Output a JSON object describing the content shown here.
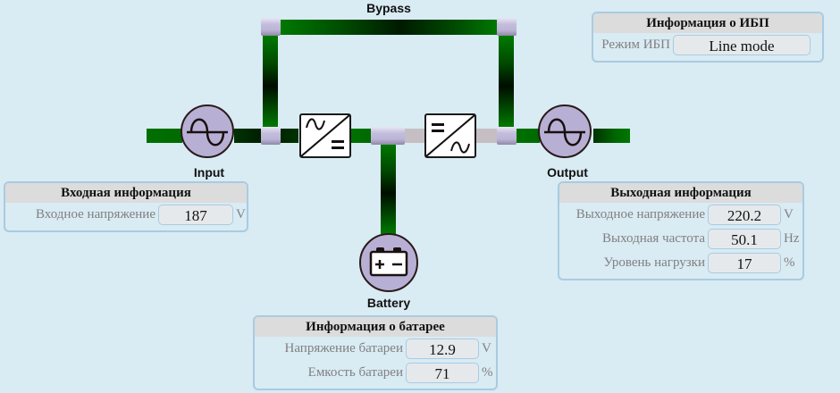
{
  "diagram": {
    "labels": {
      "bypass": "Bypass",
      "input": "Input",
      "output": "Output",
      "battery": "Battery"
    },
    "icons": {
      "input": "ac-sine-icon",
      "rectifier": "ac-dc-converter-icon",
      "inverter": "dc-ac-converter-icon",
      "output": "ac-sine-icon",
      "battery": "battery-icon"
    },
    "colors": {
      "active_line": "#007000",
      "inactive_line": "#c5bfc4",
      "node": "#bbb4d6",
      "icon_fill": "#b8b0d4"
    }
  },
  "ups_info": {
    "title": "Информация о ИБП",
    "rows": [
      {
        "label": "Режим ИБП",
        "value": "Line mode",
        "unit": ""
      }
    ]
  },
  "input_info": {
    "title": "Входная информация",
    "rows": [
      {
        "label": "Входное напряжение",
        "value": "187",
        "unit": "V"
      }
    ]
  },
  "output_info": {
    "title": "Выходная информация",
    "rows": [
      {
        "label": "Выходное напряжение",
        "value": "220.2",
        "unit": "V"
      },
      {
        "label": "Выходная частота",
        "value": "50.1",
        "unit": "Hz"
      },
      {
        "label": "Уровень нагрузки",
        "value": "17",
        "unit": "%"
      }
    ]
  },
  "battery_info": {
    "title": "Информация о батарее",
    "rows": [
      {
        "label": "Напряжение батареи",
        "value": "12.9",
        "unit": "V"
      },
      {
        "label": "Емкость батареи",
        "value": "71",
        "unit": "%"
      }
    ]
  }
}
